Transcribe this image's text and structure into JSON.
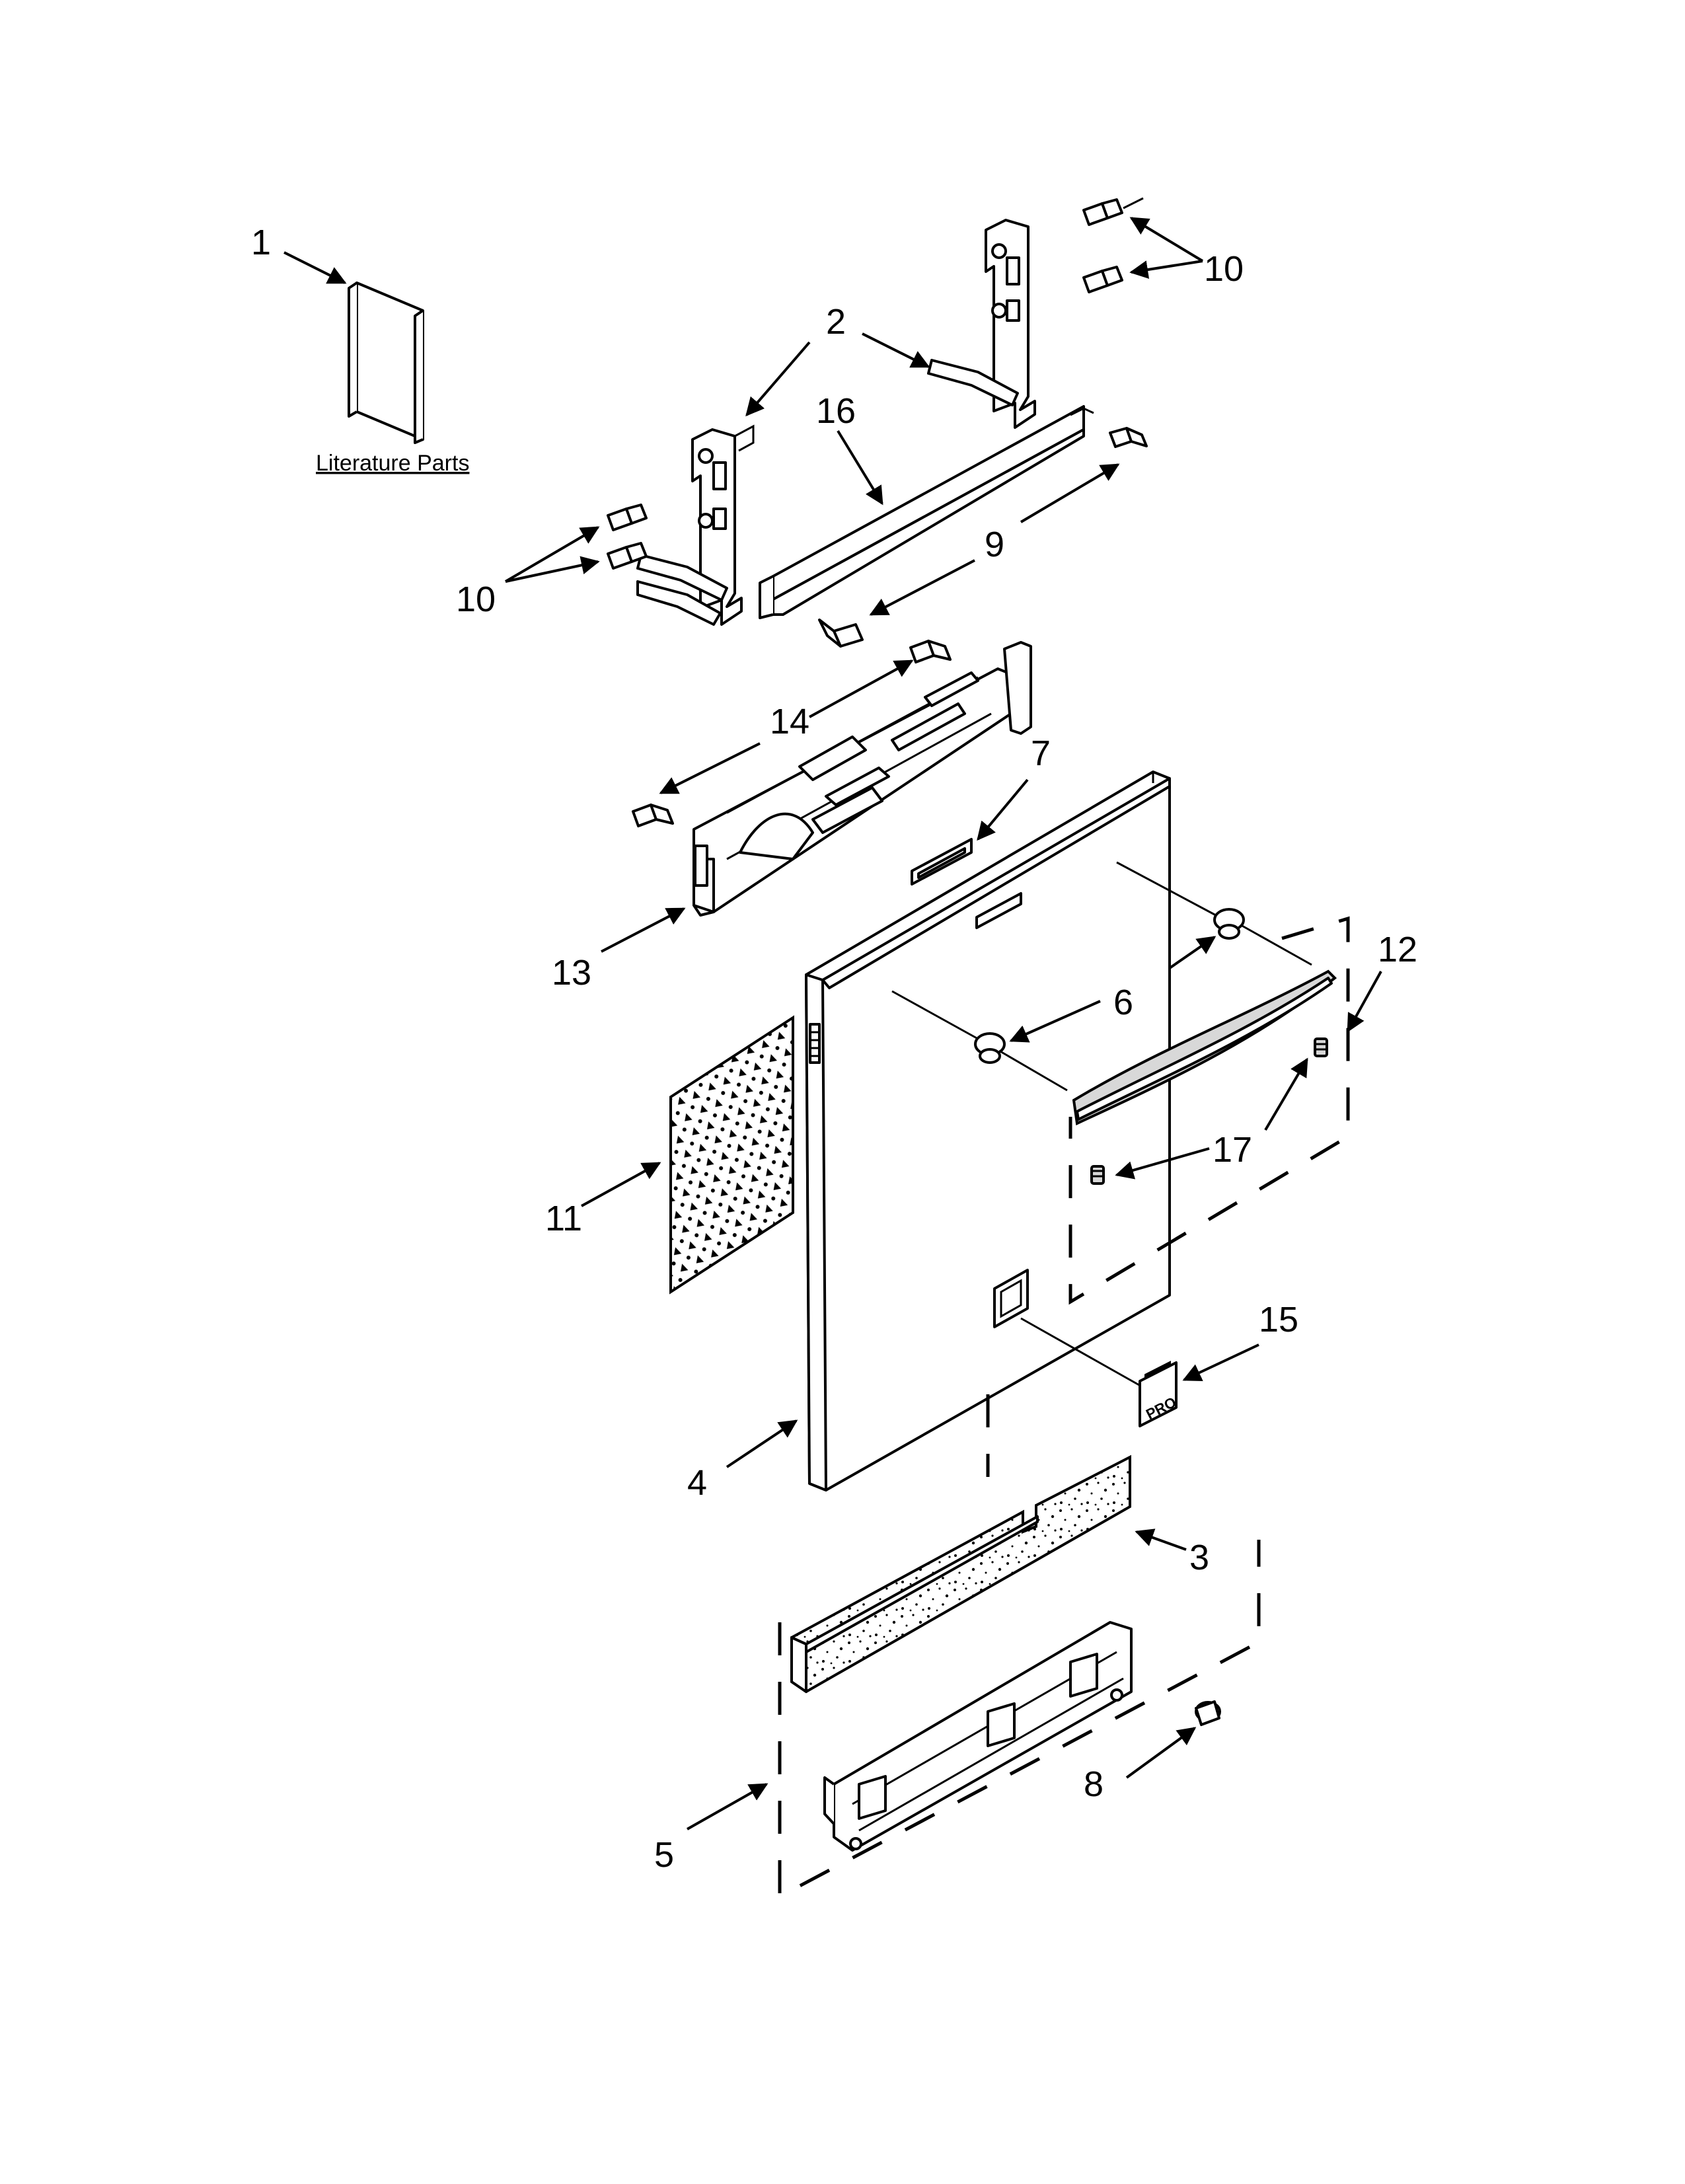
{
  "diagram": {
    "literature_label": "Literature Parts",
    "callouts": {
      "c1": "1",
      "c2": "2",
      "c3": "3",
      "c4": "4",
      "c5": "5",
      "c6": "6",
      "c7": "7",
      "c8": "8",
      "c9": "9",
      "c10a": "10",
      "c10b": "10",
      "c11": "11",
      "c12": "12",
      "c13": "13",
      "c14": "14",
      "c15": "15",
      "c16": "16",
      "c17": "17"
    },
    "badge_text": "PRO"
  }
}
